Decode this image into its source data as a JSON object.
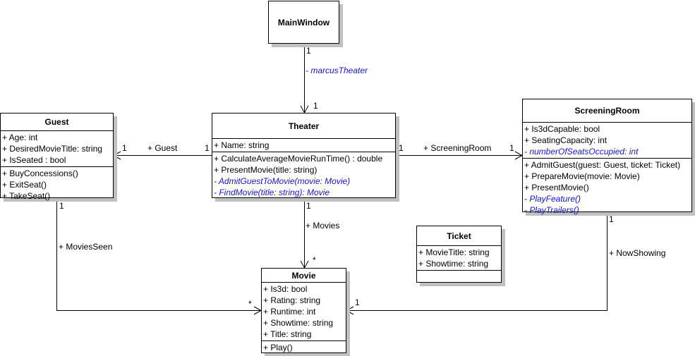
{
  "classes": {
    "mainwindow": {
      "name": "MainWindow"
    },
    "guest": {
      "name": "Guest",
      "attributes": [
        {
          "text": "+ Age: int",
          "private": false
        },
        {
          "text": "+ DesiredMovieTitle: string",
          "private": false
        },
        {
          "text": "+ IsSeated : bool",
          "private": false
        }
      ],
      "operations": [
        {
          "text": "+ BuyConcessions()",
          "private": false
        },
        {
          "text": "+ ExitSeat()",
          "private": false
        },
        {
          "text": "+ TakeSeat()",
          "private": false
        }
      ]
    },
    "theater": {
      "name": "Theater",
      "attributes": [
        {
          "text": "+ Name: string",
          "private": false
        }
      ],
      "operations": [
        {
          "text": "+ CalculateAverageMovieRunTime() : double",
          "private": false
        },
        {
          "text": "+ PresentMovie(title: string)",
          "private": false
        },
        {
          "text": "-  AdmitGuestToMovie(movie: Movie)",
          "private": true
        },
        {
          "text": "-  FindMovie(title: string): Movie",
          "private": true
        }
      ]
    },
    "screeningroom": {
      "name": "ScreeningRoom",
      "attributes": [
        {
          "text": "+ Is3dCapable: bool",
          "private": false
        },
        {
          "text": "+ SeatingCapacity: int",
          "private": false
        },
        {
          "text": "-  numberOfSeatsOccupied: int",
          "private": true
        }
      ],
      "operations": [
        {
          "text": "+ AdmitGuest(guest: Guest, ticket: Ticket)",
          "private": false
        },
        {
          "text": "+ PrepareMovie(movie: Movie)",
          "private": false
        },
        {
          "text": "+ PresentMovie()",
          "private": false
        },
        {
          "text": "-  PlayFeature()",
          "private": true
        },
        {
          "text": "-  PlayTrailers()",
          "private": true
        }
      ]
    },
    "movie": {
      "name": "Movie",
      "attributes": [
        {
          "text": "+ Is3d: bool",
          "private": false
        },
        {
          "text": "+ Rating: string",
          "private": false
        },
        {
          "text": "+ Runtime: int",
          "private": false
        },
        {
          "text": "+ Showtime: string",
          "private": false
        },
        {
          "text": "+ Title: string",
          "private": false
        }
      ],
      "operations": [
        {
          "text": "+ Play()",
          "private": false
        }
      ]
    },
    "ticket": {
      "name": "Ticket",
      "attributes": [
        {
          "text": "+ MovieTitle: string",
          "private": false
        },
        {
          "text": "+ Showtime: string",
          "private": false
        }
      ],
      "operations": []
    }
  },
  "associations": {
    "mainwindow_theater": {
      "role": "- marcusTheater",
      "source_mult": "1",
      "target_mult": "1"
    },
    "theater_guest": {
      "role": "+ Guest",
      "source_mult": "1",
      "target_mult": "1"
    },
    "theater_screeningroom": {
      "role": "+ ScreeningRoom",
      "source_mult": "1",
      "target_mult": "1"
    },
    "theater_movie": {
      "role": "+ Movies",
      "source_mult": "1",
      "target_mult": "*"
    },
    "guest_movie": {
      "role": "+ MoviesSeen",
      "source_mult": "1",
      "target_mult": "*"
    },
    "screeningroom_movie": {
      "role": "+ NowShowing",
      "source_mult": "1",
      "target_mult": "1"
    }
  },
  "colors": {
    "private_member": "#1515d6",
    "shadow": "#c0c0c0"
  }
}
